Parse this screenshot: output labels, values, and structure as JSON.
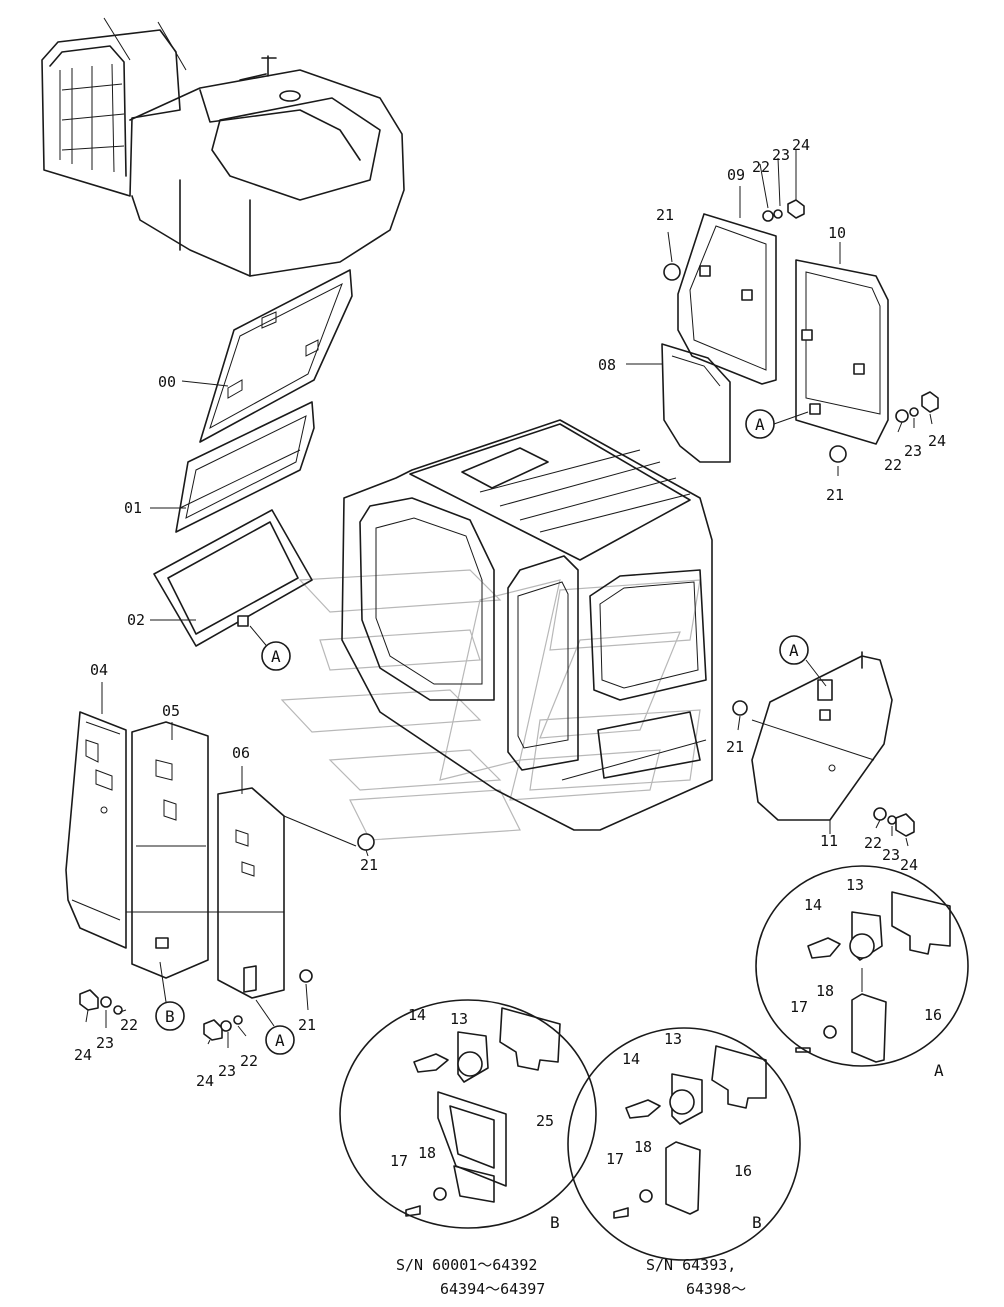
{
  "part_callouts": {
    "p00": "00",
    "p01": "01",
    "p02": "02",
    "p04": "04",
    "p05": "05",
    "p06": "06",
    "p08": "08",
    "p09": "09",
    "p10": "10",
    "p11": "11",
    "p13": "13",
    "p14": "14",
    "p16": "16",
    "p17": "17",
    "p18": "18",
    "p21": "21",
    "p22": "22",
    "p23": "23",
    "p24": "24",
    "p25": "25"
  },
  "detail_refs": {
    "a": "A",
    "b": "B"
  },
  "serial_notes": {
    "left_line1": "S/N 60001～64392",
    "left_line2": "64394～64397",
    "right_line1": "S/N 64393,",
    "right_line2": "64398～"
  }
}
